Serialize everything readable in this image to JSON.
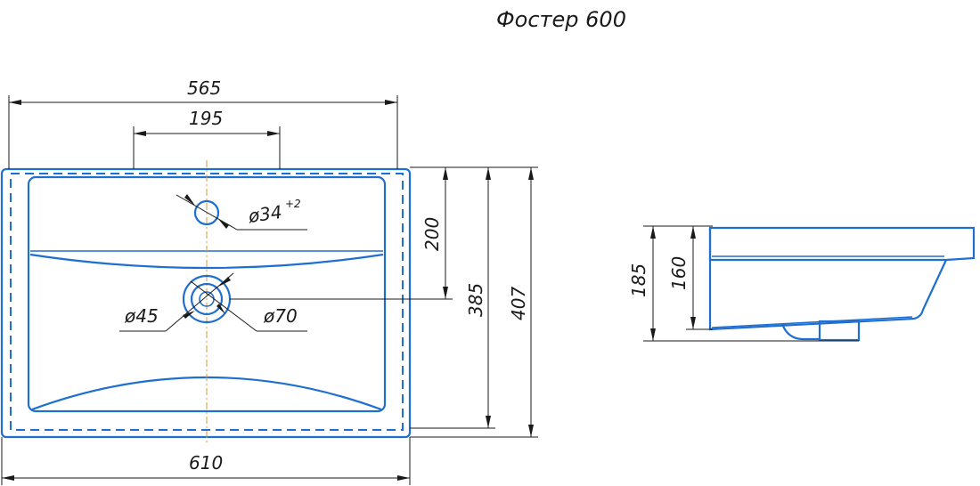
{
  "title": "Фостер 600",
  "colors": {
    "outline": "#1e6fd0",
    "dimension": "#1a1a1a",
    "axis": "#d89a3a"
  },
  "top_view": {
    "dim_overall_width": "565",
    "dim_faucet_span": "195",
    "dim_faucet_hole": "ø34",
    "dim_faucet_hole_tol": "+2",
    "dim_depth_to_drain": "200",
    "dim_depth_bowl": "385",
    "dim_depth_overall": "407",
    "dim_drain_inner": "ø45",
    "dim_drain_outer": "ø70",
    "dim_cabinet_width": "610"
  },
  "side_view": {
    "dim_height_overall": "185",
    "dim_height_rim": "160"
  }
}
